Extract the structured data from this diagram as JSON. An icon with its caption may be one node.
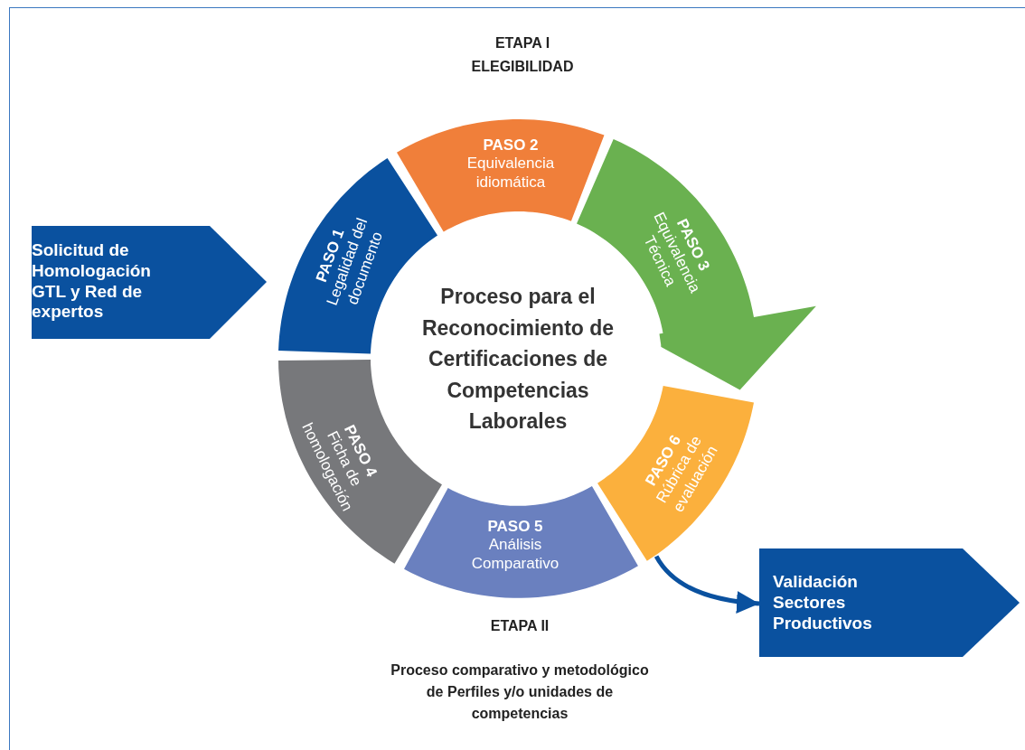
{
  "diagram": {
    "nodes": [
      {
        "text": [
          "Solicitud de Homologación GTL y Red de expertos"
        ]
      },
      {
        "text": [
          "PASO 1",
          "Legalidad del documento"
        ]
      },
      {
        "text": [
          "PASO 2",
          "Equivalencia idiomática"
        ]
      },
      {
        "text": [
          "PASO 3",
          "Equivalencia Técnica"
        ]
      },
      {
        "text": [
          "PASO 4",
          "Ficha de homologación"
        ]
      },
      {
        "text": [
          "PASO 5",
          "Análisis Comparativo"
        ]
      },
      {
        "text": [
          "PASO 6",
          "Rúbrica de evaluación"
        ]
      },
      {
        "text": [
          "Proceso para el Reconocimiento de Certificaciones de Competencias Laborales"
        ]
      },
      {
        "text": [
          "Validación Sectores Productivos"
        ]
      }
    ],
    "edges": [
      {
        "from": 6,
        "to": 8,
        "arrow": "to"
      }
    ],
    "labels": [
      "ETAPA I",
      "ELEGIBILIDAD",
      "ETAPA II",
      "Proceso comparativo y metodológico de Perfiles y/o unidades de competencias"
    ]
  }
}
